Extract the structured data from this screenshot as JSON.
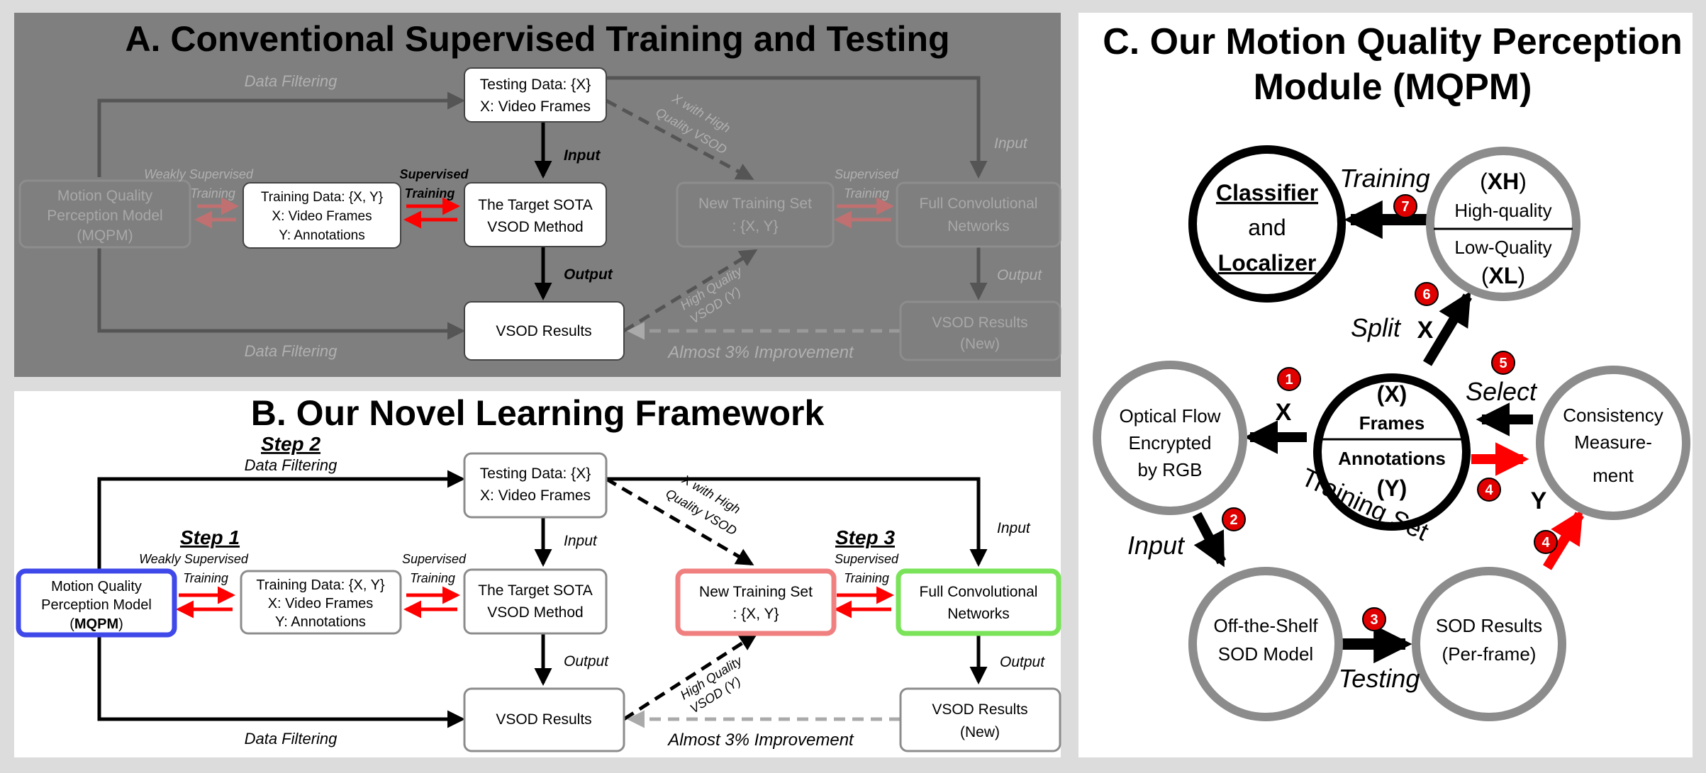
{
  "panel_a": {
    "title": "A. Conventional Supervised Training and Testing",
    "boxes": {
      "testing": [
        "Testing Data: {X}",
        "X: Video Frames"
      ],
      "training": [
        "Training Data: {X, Y}",
        "X: Video Frames",
        "Y: Annotations"
      ],
      "target": [
        "The Target SOTA",
        "VSOD Method"
      ],
      "results": [
        "VSOD Results"
      ],
      "mqpm": [
        "Motion Quality",
        "Perception Model",
        "(MQPM)"
      ],
      "new_set": [
        "New Training Set",
        ": {X, Y}"
      ],
      "fcn": [
        "Full Convolutional",
        "Networks"
      ],
      "results_new": [
        "VSOD Results",
        "(New)"
      ]
    },
    "labels": {
      "data_filtering_top": "Data Filtering",
      "data_filtering_bottom": "Data Filtering",
      "input": "Input",
      "output": "Output",
      "weakly": "Weakly Supervised",
      "weakly_training": "Training",
      "supervised": "Supervised",
      "supervised_training": "Training",
      "x_high_1": "X with High",
      "x_high_2": "Quality VSOD",
      "high_q_1": "High Quality",
      "high_q_2": "VSOD (Y)",
      "input_right": "Input",
      "output_right": "Output",
      "supervised_right": "Supervised",
      "training_right": "Training",
      "almost": "Almost 3% Improvement"
    }
  },
  "panel_b": {
    "title": "B. Our Novel Learning Framework",
    "step1": "Step 1",
    "step2": "Step 2",
    "step3": "Step 3",
    "boxes": {
      "testing": [
        "Testing Data: {X}",
        "X: Video Frames"
      ],
      "training": [
        "Training Data: {X, Y}",
        "X: Video Frames",
        "Y: Annotations"
      ],
      "target": [
        "The Target SOTA",
        "VSOD Method"
      ],
      "results": [
        "VSOD Results"
      ],
      "mqpm_1": "Motion Quality",
      "mqpm_2": "Perception Model",
      "mqpm_3a": "(",
      "mqpm_3b": "MQPM",
      "mqpm_3c": ")",
      "new_set": [
        "New Training Set",
        ": {X, Y}"
      ],
      "fcn": [
        "Full Convolutional",
        "Networks"
      ],
      "results_new": [
        "VSOD Results",
        "(New)"
      ]
    },
    "labels": {
      "data_filtering_top": "Data Filtering",
      "data_filtering_bottom": "Data Filtering",
      "input": "Input",
      "output": "Output",
      "weakly": "Weakly Supervised",
      "weakly_training": "Training",
      "supervised": "Supervised",
      "supervised_training": "Training",
      "x_high_1": "X with High",
      "x_high_2": "Quality VSOD",
      "high_q_1": "High Quality",
      "high_q_2": "VSOD (Y)",
      "input_right": "Input",
      "output_right": "Output",
      "supervised_right": "Supervised",
      "training_right": "Training",
      "almost": "Almost 3% Improvement"
    }
  },
  "panel_c": {
    "title_1": "C. Our Motion Quality Perception",
    "title_2": "Module (MQPM)",
    "classifier": "Classifier",
    "and": "and",
    "localizer": "Localizer",
    "xh_a": "(",
    "xh_b": "XH",
    "xh_c": ")",
    "high_quality": "High-quality",
    "low_quality": "Low-Quality",
    "xl_a": "(",
    "xl_b": "XL",
    "xl_c": ")",
    "center_x": "(X)",
    "frames": "Frames",
    "annotations": "Annotations",
    "center_y": "(Y)",
    "optical": [
      "Optical Flow",
      "Encrypted",
      "by RGB"
    ],
    "consistency": [
      "Consistency",
      "Measure-",
      "ment"
    ],
    "offshelf": [
      "Off-the-Shelf",
      "SOD Model"
    ],
    "sod_results": [
      "SOD Results",
      "(Per-frame)"
    ],
    "training": "Training",
    "split": "Split",
    "x_label": "X",
    "select": "Select",
    "training_set": "Training Set",
    "input": "Input",
    "testing": "Testing",
    "y_label": "Y",
    "badges": [
      "1",
      "2",
      "3",
      "4",
      "4",
      "5",
      "6",
      "7"
    ]
  },
  "colors": {
    "arrow_red": "#ff0000",
    "badge_red": "#e00000",
    "mqpm_blue": "#3f48e8",
    "new_set_pink": "#f08080",
    "fcn_green": "#7ae35a",
    "ring_gray": "#8c8c8c"
  }
}
